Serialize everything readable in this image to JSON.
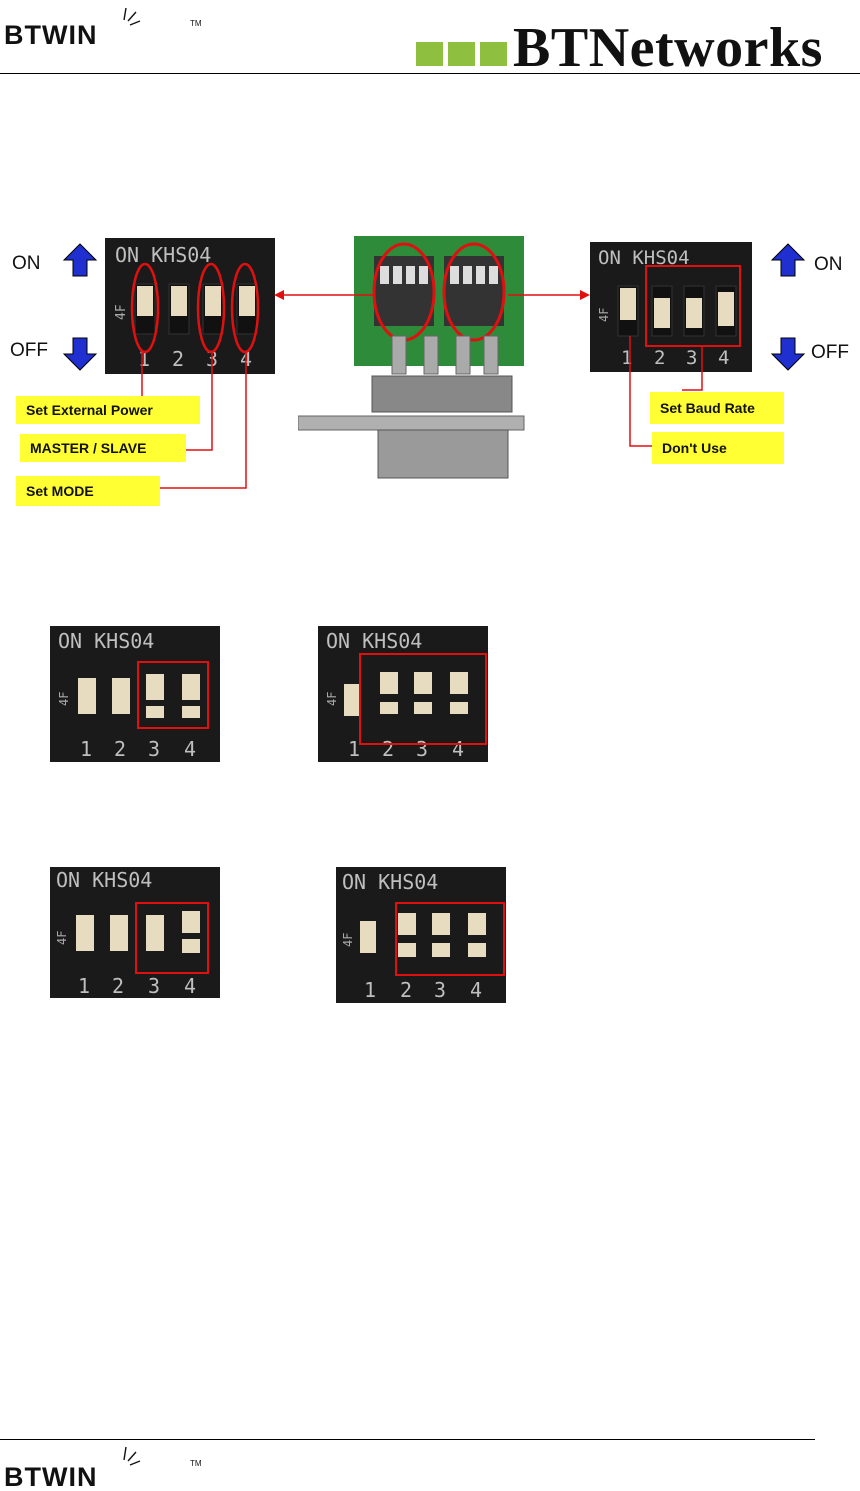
{
  "header": {
    "left_logo": "BTWIN",
    "left_logo_tm": "TM",
    "right_brand": "BTNetworks"
  },
  "footer": {
    "logo": "BTWIN",
    "logo_tm": "TM"
  },
  "diagram": {
    "left_switch": {
      "label": "ON KHS04",
      "side_mark": "4F",
      "numbers": [
        "1",
        "2",
        "3",
        "4"
      ],
      "on_label": "ON",
      "off_label": "OFF"
    },
    "right_switch": {
      "label": "ON KHS04",
      "side_mark": "4F",
      "numbers": [
        "1",
        "2",
        "3",
        "4"
      ],
      "on_label": "ON",
      "off_label": "OFF"
    },
    "callouts_left": [
      "Set External Power",
      "MASTER / SLAVE",
      "Set MODE"
    ],
    "callouts_right": [
      "Set Baud Rate",
      "Don't Use"
    ],
    "colors": {
      "callout_bg": "#ffff33",
      "arrow_blue": "#1f2fd0",
      "highlight_red": "#e01010",
      "board_green": "#2e8b3a",
      "switch_body": "#1a1a1a",
      "switch_lever": "#e8dcc0"
    }
  },
  "examples": {
    "label": "ON KHS04",
    "side_mark": "4F",
    "numbers": [
      "1",
      "2",
      "3",
      "4"
    ]
  }
}
